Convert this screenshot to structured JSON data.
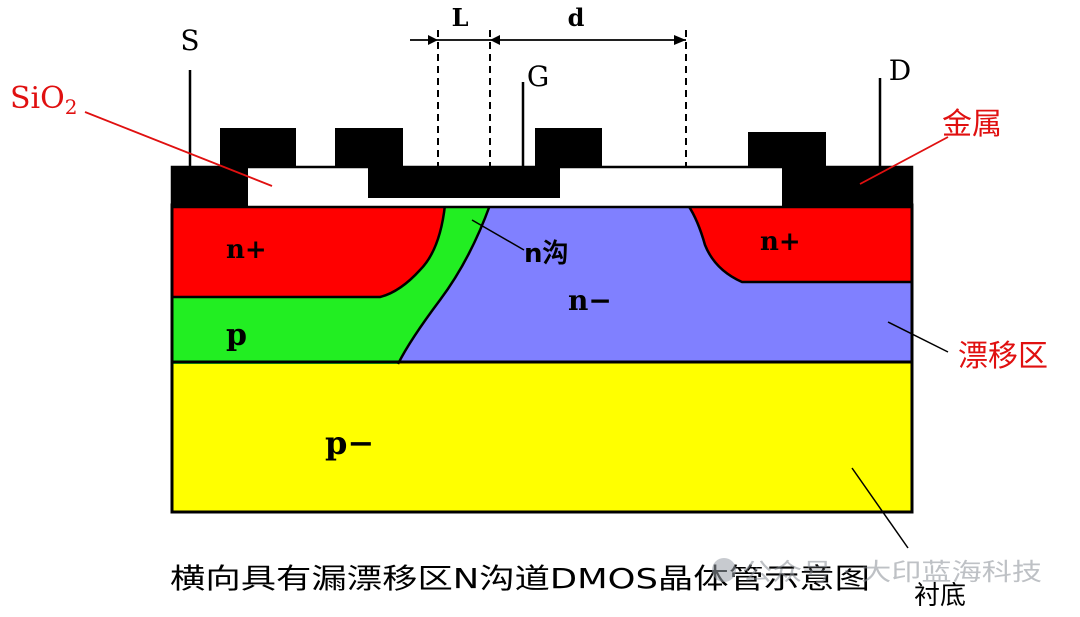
{
  "labels": {
    "source": "S",
    "gate": "G",
    "drain": "D",
    "channel_length": "L",
    "drift_length": "d",
    "oxide": "SiO",
    "oxide_subscript": "2",
    "metal": "金属",
    "n_plus_left": "n+",
    "n_plus_right": "n+",
    "p_region": "p",
    "n_channel": "n沟",
    "n_minus": "n−",
    "p_minus": "p−",
    "drift_region": "漂移区",
    "substrate": "衬底"
  },
  "caption": "横向具有漏漂移区N沟道DMOS晶体管示意图",
  "watermark": "公众号 · 大印蓝海科技",
  "colors": {
    "n_plus": "#ff0000",
    "p_region": "#22ee22",
    "n_minus": "#8080ff",
    "p_substrate": "#ffff00",
    "metal": "#000000",
    "oxide": "#ffffff",
    "label_red": "#e01010"
  }
}
